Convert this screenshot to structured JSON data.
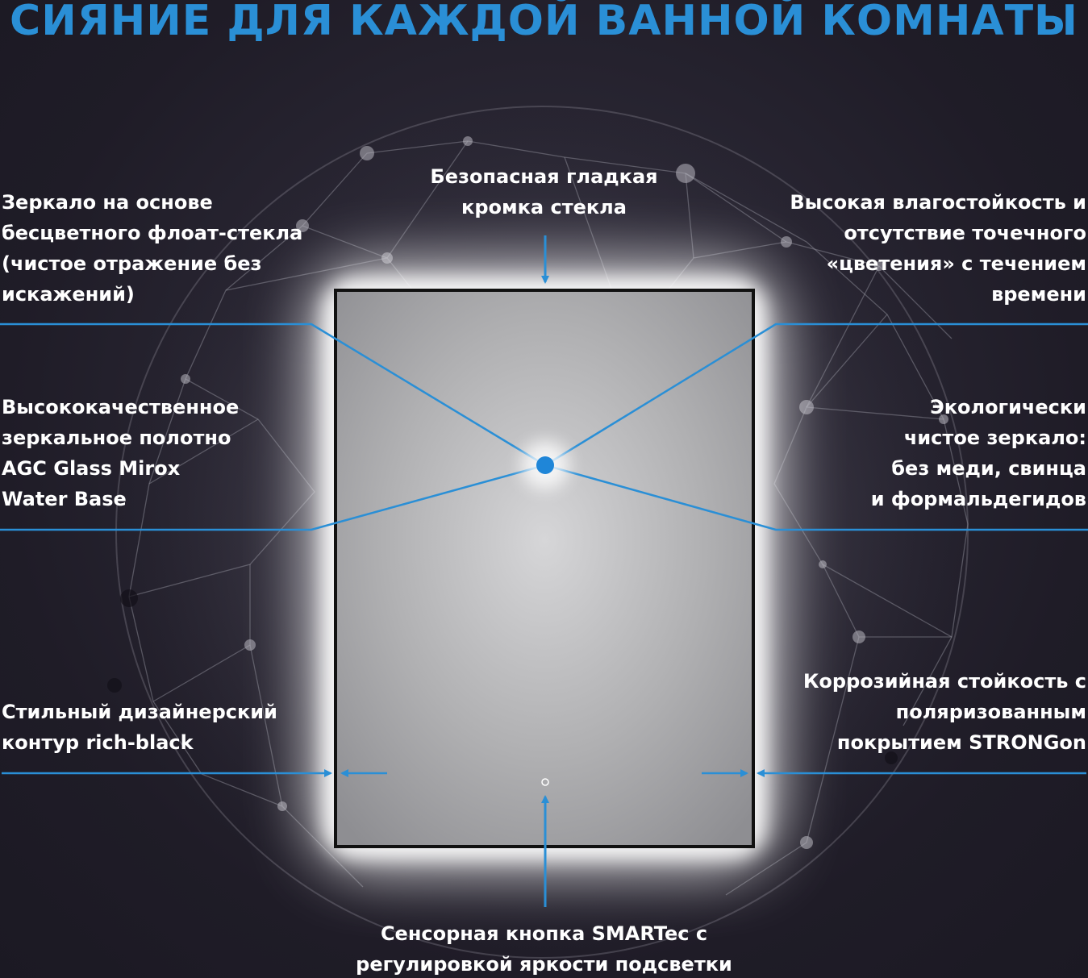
{
  "heading": "СИЯНИЕ ДЛЯ КАЖДОЙ ВАННОЙ КОМНАТЫ",
  "features": {
    "edge": [
      "Безопасная гладкая",
      "кромка стекла"
    ],
    "float_glass": [
      "Зеркало на основе",
      "бесцветного флоат-стекла",
      "(чистое отражение без",
      "искажений)"
    ],
    "moisture": [
      "Высокая влагостойкость и",
      "отсутствие точечного",
      "«цветения» с течением",
      "времени"
    ],
    "mirror_sheet": [
      "Высококачественное",
      "зеркальное полотно",
      "AGC Glass Mirox",
      "Water Base"
    ],
    "eco": [
      "Экологически",
      "чистое зеркало:",
      "без меди, свинца",
      "и формальдегидов"
    ],
    "contour": [
      "Стильный дизайнерский",
      "контур rich-black"
    ],
    "corrosion": [
      "Коррозийная стойкость с",
      "поляризованным",
      "покрытием STRONGon"
    ],
    "sensor": [
      "Сенсорная кнопка SMARTec с",
      "регулировкой яркости подсветки"
    ]
  },
  "colors": {
    "accent": "#2a8fd6",
    "background": "#201d2a",
    "text": "#ffffff",
    "mirror_frame": "#111111",
    "mirror_glass": "#a9a9ab"
  }
}
